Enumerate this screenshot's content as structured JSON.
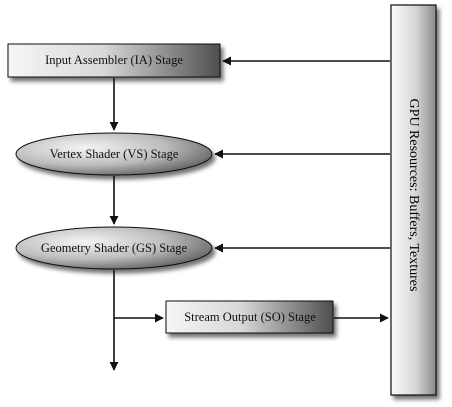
{
  "nodes": {
    "ia": "Input Assembler (IA) Stage",
    "vs": "Vertex Shader (VS) Stage",
    "gs": "Geometry Shader (GS) Stage",
    "so": "Stream Output (SO) Stage"
  },
  "resources": {
    "label": "GPU Resources: Buffers, Textures"
  },
  "colors": {
    "node_light": "#f4f4f4",
    "node_dark": "#555555",
    "resource_light": "#f8f8f8",
    "resource_dark": "#8a8a8a",
    "edge": "#111111",
    "shadow": "#9a9a9a"
  }
}
